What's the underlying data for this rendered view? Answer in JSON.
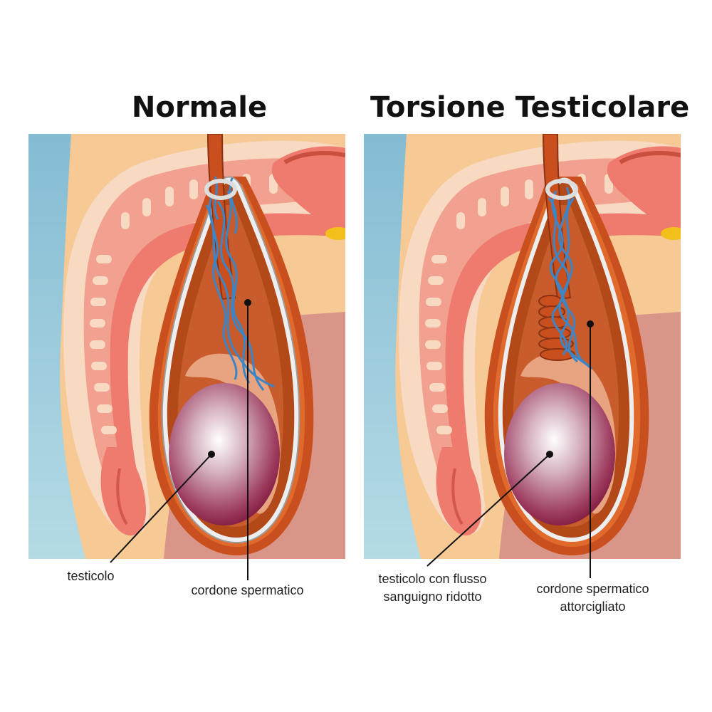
{
  "titles": {
    "normal": "Normale",
    "torsion": "Torsione Testicolare"
  },
  "labels": {
    "normal_testicle": "testicolo",
    "normal_cord": "cordone spermatico",
    "torsion_testicle_line1": "testicolo con flusso",
    "torsion_testicle_line2": "sanguigno ridotto",
    "torsion_cord_line1": "cordone spermatico",
    "torsion_cord_line2": "attorcigliato"
  },
  "colors": {
    "background_blue": "#8dc3d6",
    "skin": "#f6c995",
    "tissue_pink": "#f0857a",
    "tissue_light": "#f8d9c2",
    "scrotum_tissue": "#d99588",
    "cord_orange": "#c94f1f",
    "membrane_silver": "#e6e6e6",
    "vessels_blue": "#3c86c8",
    "testicle_maroon": "#8a1f45",
    "fat_yellow": "#f3bf1b"
  }
}
